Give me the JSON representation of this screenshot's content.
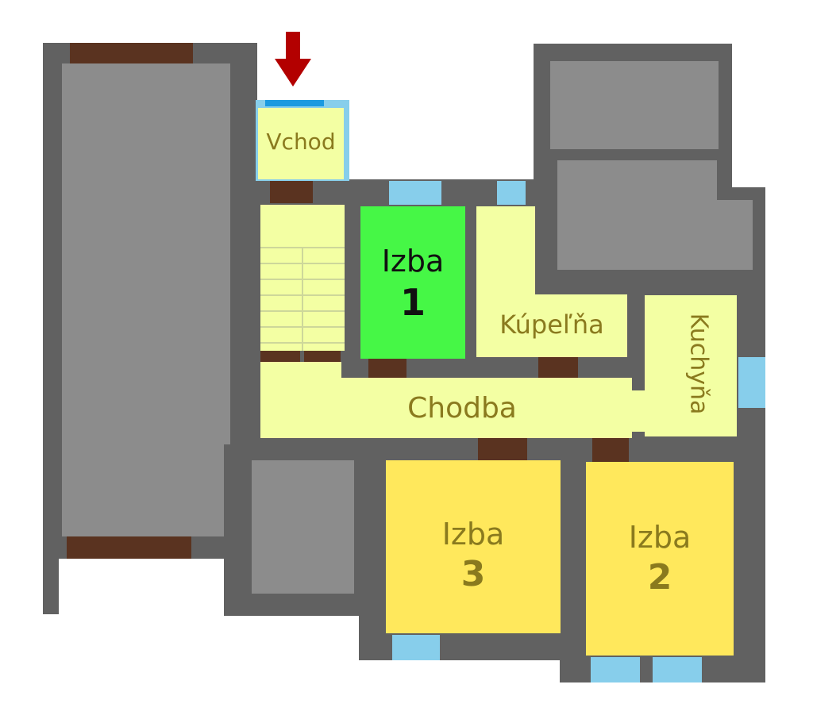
{
  "colors": {
    "wall": "#616161",
    "room_gray": "#8c8c8c",
    "door": "#5a3320",
    "window": "#87ceeb",
    "window_dark": "#1a9ae0",
    "light_yellow": "#f3ffa3",
    "room_yellow": "#ffe85c",
    "room_green": "#46f746",
    "text_olive": "#8a7a1e",
    "arrow": "#b30000",
    "stair_lines": "#cdd79a"
  },
  "entrance": {
    "label": "Vchod",
    "arrow_icon": "down-arrow-icon"
  },
  "rooms": {
    "izba1": {
      "label": "Izba",
      "number": "1"
    },
    "kupelna": {
      "label": "Kúpeľňa"
    },
    "kuchyna": {
      "label": "Kuchyňa"
    },
    "chodba": {
      "label": "Chodba"
    },
    "izba3": {
      "label": "Izba",
      "number": "3"
    },
    "izba2": {
      "label": "Izba",
      "number": "2"
    }
  }
}
